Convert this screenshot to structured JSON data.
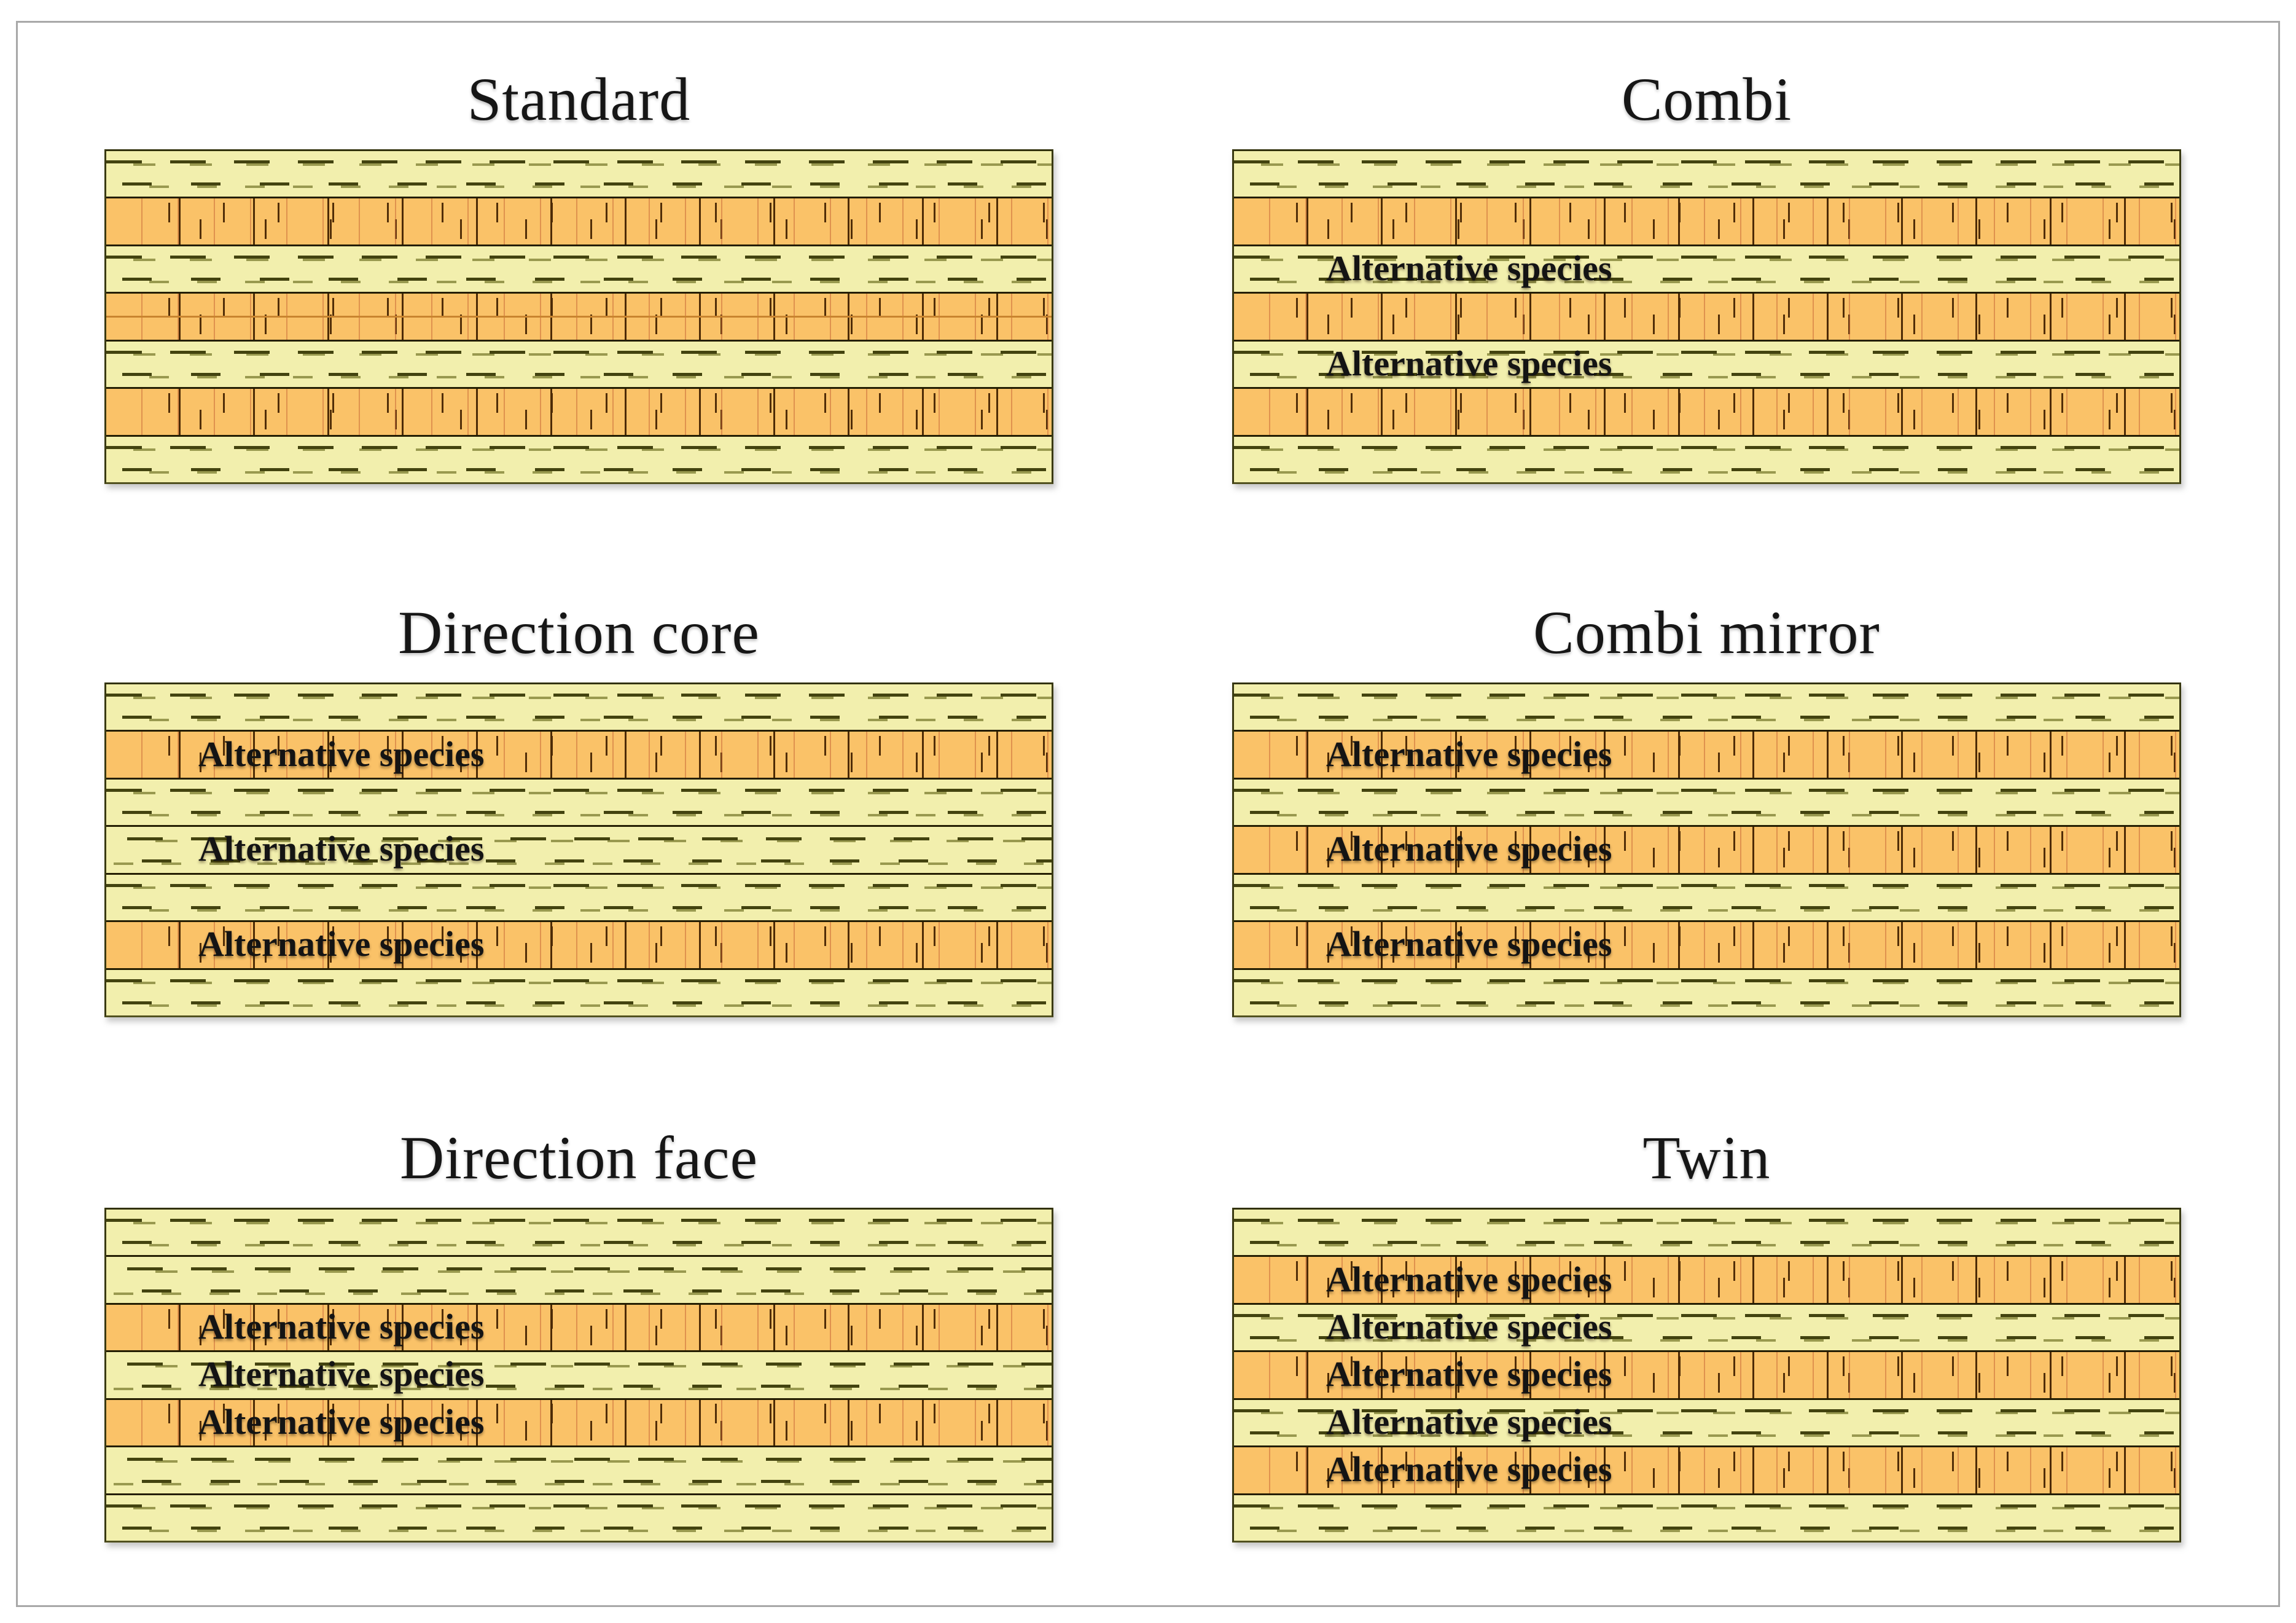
{
  "figure": {
    "description": "CLT panel lay-up configurations",
    "label_text": "Alternative species"
  },
  "colors": {
    "face_layer_yellow": "#f2efad",
    "cross_layer_orange": "#fac268",
    "layer_separator": "#241e02",
    "grain_dash_dark": "#43430f",
    "grain_dash_light": "#99994f",
    "plank_line_dark": "#4d2b06",
    "outer_frame_gray": "#a8a8a8",
    "seam_orange": "#c9842f"
  },
  "panels": [
    {
      "id": "standard",
      "title": "Standard",
      "layers": [
        {
          "grain": "long"
        },
        {
          "grain": "cross"
        },
        {
          "grain": "long"
        },
        {
          "grain": "cross",
          "seam": true
        },
        {
          "grain": "long"
        },
        {
          "grain": "cross"
        },
        {
          "grain": "long"
        }
      ]
    },
    {
      "id": "combi",
      "title": "Combi",
      "layers": [
        {
          "grain": "long"
        },
        {
          "grain": "cross"
        },
        {
          "grain": "long",
          "label": "Alternative species"
        },
        {
          "grain": "cross"
        },
        {
          "grain": "long",
          "label": "Alternative species"
        },
        {
          "grain": "cross"
        },
        {
          "grain": "long"
        }
      ]
    },
    {
      "id": "direction-core",
      "title": "Direction core",
      "layers": [
        {
          "grain": "long"
        },
        {
          "grain": "cross",
          "label": "Alternative species"
        },
        {
          "grain": "long"
        },
        {
          "grain": "long",
          "label": "Alternative species"
        },
        {
          "grain": "long"
        },
        {
          "grain": "cross",
          "label": "Alternative species"
        },
        {
          "grain": "long"
        }
      ]
    },
    {
      "id": "combi-mirror",
      "title": "Combi mirror",
      "layers": [
        {
          "grain": "long"
        },
        {
          "grain": "cross",
          "label": "Alternative species"
        },
        {
          "grain": "long"
        },
        {
          "grain": "cross",
          "label": "Alternative species"
        },
        {
          "grain": "long"
        },
        {
          "grain": "cross",
          "label": "Alternative species"
        },
        {
          "grain": "long"
        }
      ]
    },
    {
      "id": "direction-face",
      "title": "Direction face",
      "layers": [
        {
          "grain": "long"
        },
        {
          "grain": "long"
        },
        {
          "grain": "cross",
          "label": "Alternative species"
        },
        {
          "grain": "long",
          "label": "Alternative species"
        },
        {
          "grain": "cross",
          "label": "Alternative species"
        },
        {
          "grain": "long"
        },
        {
          "grain": "long"
        }
      ]
    },
    {
      "id": "twin",
      "title": "Twin",
      "layers": [
        {
          "grain": "long"
        },
        {
          "grain": "cross",
          "label": "Alternative species"
        },
        {
          "grain": "long",
          "label": "Alternative species"
        },
        {
          "grain": "cross",
          "label": "Alternative species"
        },
        {
          "grain": "long",
          "label": "Alternative species"
        },
        {
          "grain": "cross",
          "label": "Alternative species"
        },
        {
          "grain": "long"
        }
      ]
    }
  ]
}
